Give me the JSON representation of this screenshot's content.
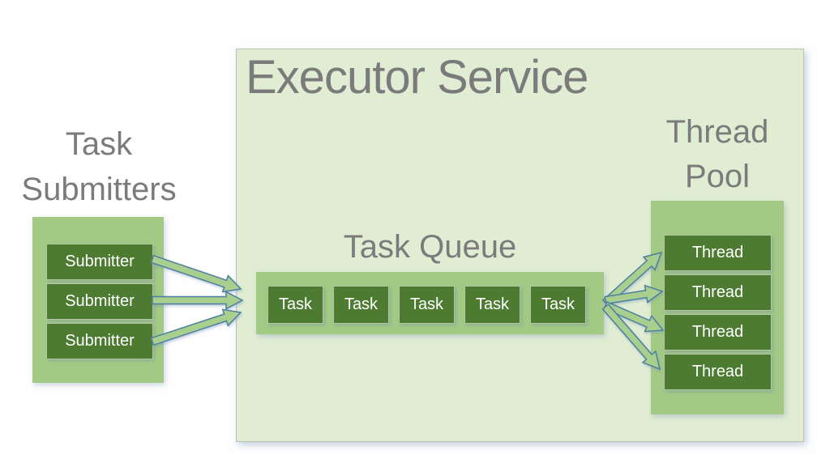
{
  "diagram": {
    "title": "Executor Service",
    "colors": {
      "canvas_bg": "#fefefe",
      "service_bg": "#e0edd3",
      "container_bg": "#a3ca85",
      "node_bg": "#4c7b31",
      "title_text": "#7b7b7b",
      "node_text": "#ffffff",
      "arrow_fill": "#a8cf8d",
      "arrow_stroke": "#4e7fa0"
    },
    "task_submitters": {
      "title_line1": "Task",
      "title_line2": "Submitters",
      "nodes": [
        "Submitter",
        "Submitter",
        "Submitter"
      ]
    },
    "task_queue": {
      "title": "Task Queue",
      "nodes": [
        "Task",
        "Task",
        "Task",
        "Task",
        "Task"
      ]
    },
    "thread_pool": {
      "title_line1": "Thread",
      "title_line2": "Pool",
      "nodes": [
        "Thread",
        "Thread",
        "Thread",
        "Thread"
      ]
    }
  }
}
